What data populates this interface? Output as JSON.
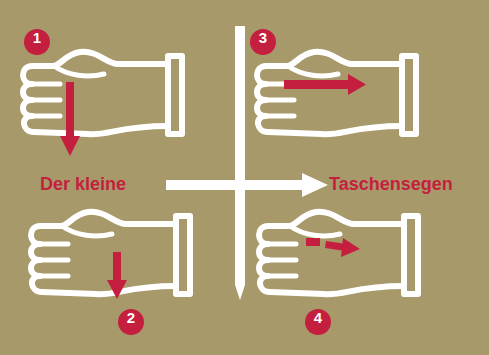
{
  "diagram": {
    "nodes": [
      {
        "text": [
          "1"
        ]
      },
      {
        "text": [
          "3"
        ]
      },
      {
        "text": [
          "2"
        ]
      },
      {
        "text": [
          "4"
        ]
      }
    ],
    "labels": [
      "Der kleine",
      "Taschensegen"
    ]
  }
}
